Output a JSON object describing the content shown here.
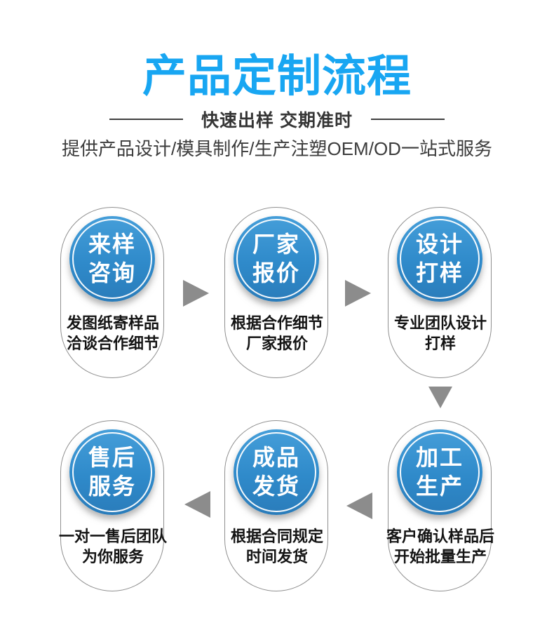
{
  "header": {
    "title": "产品定制流程",
    "subtitle": "快速出样 交期准时",
    "tagline": "提供产品设计/模具制作/生产注塑OEM/OD一站式服务"
  },
  "colors": {
    "title_blue": "#18a6f2",
    "circle_blue_top": "#459ed9",
    "circle_blue_bottom": "#2a7cba",
    "arrow_gray": "#8c8c8c",
    "pill_border_gray": "#8f8f8f",
    "text_dark": "#141414"
  },
  "steps": [
    {
      "title_line1": "来样",
      "title_line2": "咨询",
      "desc_line1": "发图纸寄样品",
      "desc_line2": "洽谈合作细节"
    },
    {
      "title_line1": "厂家",
      "title_line2": "报价",
      "desc_line1": "根据合作细节",
      "desc_line2": "厂家报价"
    },
    {
      "title_line1": "设计",
      "title_line2": "打样",
      "desc_line1": "专业团队设计",
      "desc_line2": "打样"
    },
    {
      "title_line1": "加工",
      "title_line2": "生产",
      "desc_line1": "客户确认样品后",
      "desc_line2": "开始批量生产"
    },
    {
      "title_line1": "成品",
      "title_line2": "发货",
      "desc_line1": "根据合同规定",
      "desc_line2": "时间发货"
    },
    {
      "title_line1": "售后",
      "title_line2": "服务",
      "desc_line1": "一对一售后团队",
      "desc_line2": "为你服务"
    }
  ]
}
